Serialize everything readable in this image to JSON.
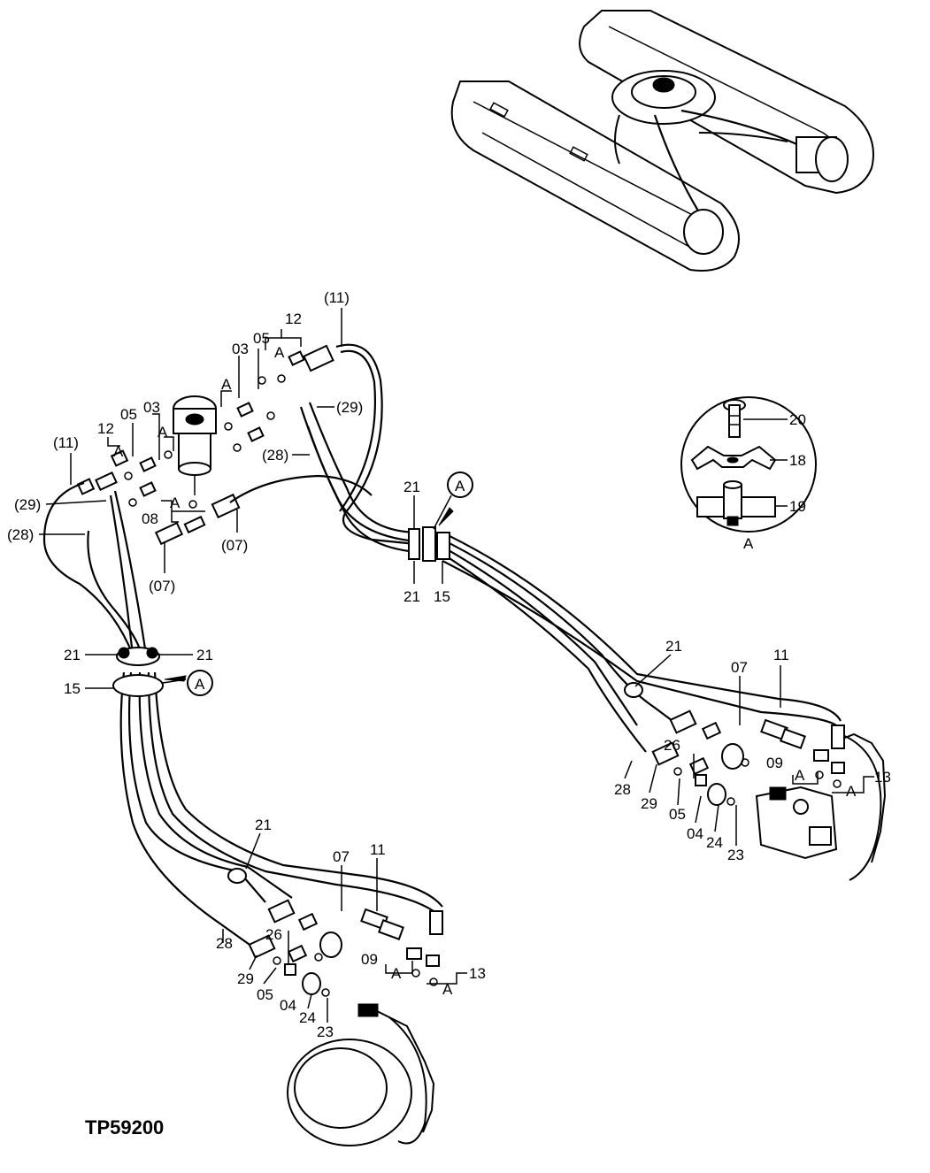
{
  "figure_code": "TP59200",
  "callouts": {
    "p03": "03",
    "p04": "04",
    "p05": "05",
    "p07": "07",
    "p07p": "(07)",
    "p08": "08",
    "p09": "09",
    "p11": "11",
    "p11p": "(11)",
    "p12": "12",
    "p13": "13",
    "p15": "15",
    "p18": "18",
    "p19": "19",
    "p20": "20",
    "p21": "21",
    "p23": "23",
    "p24": "24",
    "p26": "26",
    "p28": "28",
    "p28p": "(28)",
    "p29": "29",
    "p29p": "(29)",
    "detail_ref": "A"
  },
  "icons": [
    "undercarriage-track-frame",
    "center-joint",
    "travel-motor",
    "hose-clamp-detail"
  ]
}
